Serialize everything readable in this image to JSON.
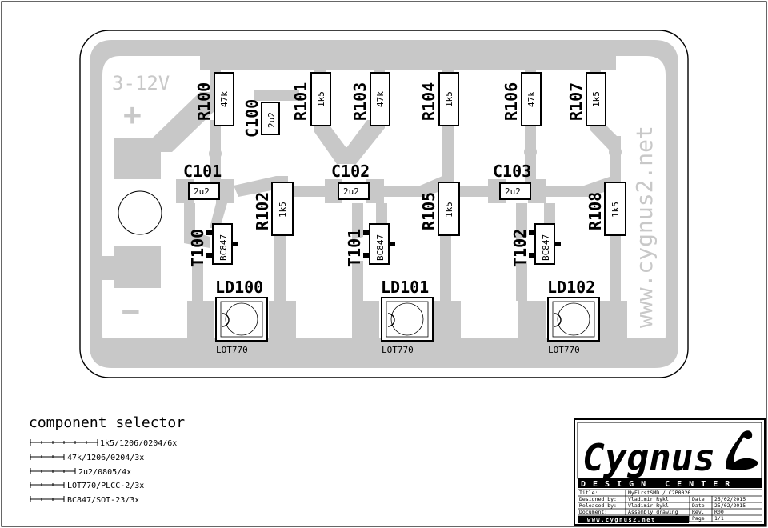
{
  "board": {
    "power_label": "3-12V",
    "plus_symbol": "+",
    "minus_symbol": "−",
    "website": "www.cygnus2.net"
  },
  "components": {
    "R100": {
      "ref": "R100",
      "value": "47k"
    },
    "C100": {
      "ref": "C100",
      "value": "2u2"
    },
    "R101": {
      "ref": "R101",
      "value": "1k5"
    },
    "R103": {
      "ref": "R103",
      "value": "47k"
    },
    "R104": {
      "ref": "R104",
      "value": "1k5"
    },
    "R106": {
      "ref": "R106",
      "value": "47k"
    },
    "R107": {
      "ref": "R107",
      "value": "1k5"
    },
    "C101": {
      "ref": "C101",
      "value": "2u2"
    },
    "C102": {
      "ref": "C102",
      "value": "2u2"
    },
    "C103": {
      "ref": "C103",
      "value": "2u2"
    },
    "R102": {
      "ref": "R102",
      "value": "1k5"
    },
    "R105": {
      "ref": "R105",
      "value": "1k5"
    },
    "R108": {
      "ref": "R108",
      "value": "1k5"
    },
    "T100": {
      "ref": "T100",
      "value": "BC847"
    },
    "T101": {
      "ref": "T101",
      "value": "BC847"
    },
    "T102": {
      "ref": "T102",
      "value": "BC847"
    },
    "LD100": {
      "ref": "LD100",
      "value": "LOT770"
    },
    "LD101": {
      "ref": "LD101",
      "value": "LOT770"
    },
    "LD102": {
      "ref": "LD102",
      "value": "LOT770"
    }
  },
  "selector": {
    "title": "component selector",
    "items": [
      "1k5/1206/0204/6x",
      "47k/1206/0204/3x",
      "2u2/0805/4x",
      "LOT770/PLCC-2/3x",
      "BC847/SOT-23/3x"
    ]
  },
  "title_block": {
    "logo_text": "Cygnus",
    "design_center": "DESIGN CENTER",
    "title_label": "Title:",
    "title_value": "MyFirstSMD / C2P0026",
    "designed_label": "Designed by:",
    "designed_value": "Vladimir Rykl",
    "date1_label": "Date:",
    "date1_value": "25/02/2015",
    "released_label": "Released by:",
    "released_value": "Vladimir Rykl",
    "date2_label": "Date:",
    "date2_value": "25/02/2015",
    "document_label": "Document:",
    "document_value": "Assembly drawing",
    "rev_label": "Rev.:",
    "rev_value": "R00",
    "url": "www.cygnus2.net",
    "page_label": "Page:",
    "page_value": "1/1"
  },
  "colors": {
    "copper": "#c8c8c8",
    "ink": "#000000",
    "paper": "#ffffff"
  }
}
